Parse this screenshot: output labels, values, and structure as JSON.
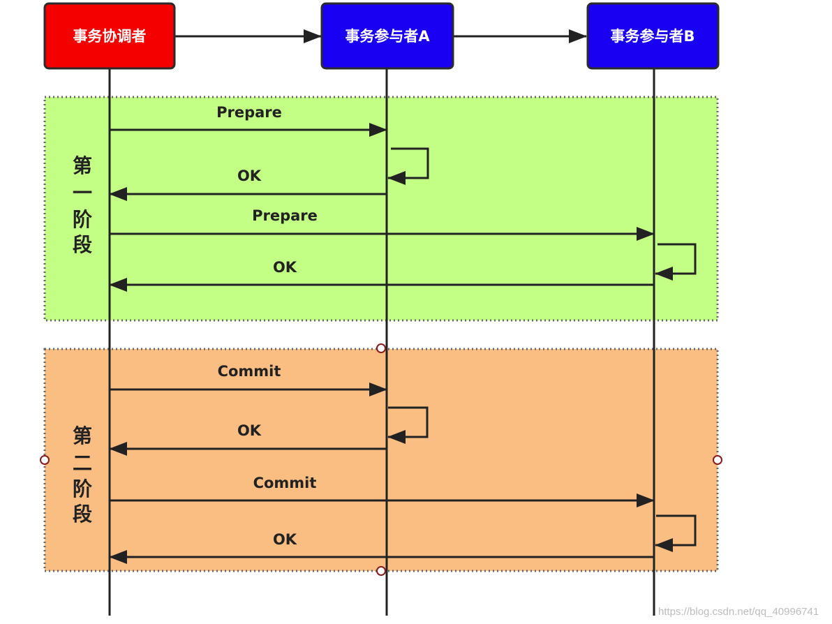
{
  "actors": [
    {
      "id": "coordinator",
      "label": "事务协调者",
      "color": "#f40000"
    },
    {
      "id": "participant-a",
      "label": "事务参与者A",
      "color": "#1a00f2"
    },
    {
      "id": "participant-b",
      "label": "事务参与者B",
      "color": "#1a00f2"
    }
  ],
  "phases": [
    {
      "label_chars": [
        "第",
        "一",
        "阶",
        "段"
      ],
      "color": "#c3ff84",
      "messages": [
        {
          "label": "Prepare",
          "from": "coordinator",
          "to": "participant-a"
        },
        {
          "label": "",
          "from": "participant-a",
          "to": "participant-a",
          "self": true
        },
        {
          "label": "OK",
          "from": "participant-a",
          "to": "coordinator"
        },
        {
          "label": "Prepare",
          "from": "coordinator",
          "to": "participant-b"
        },
        {
          "label": "",
          "from": "participant-b",
          "to": "participant-b",
          "self": true
        },
        {
          "label": "OK",
          "from": "participant-b",
          "to": "coordinator"
        }
      ]
    },
    {
      "label_chars": [
        "第",
        "二",
        "阶",
        "段"
      ],
      "color": "#fbbe82",
      "messages": [
        {
          "label": "Commit",
          "from": "coordinator",
          "to": "participant-a"
        },
        {
          "label": "",
          "from": "participant-a",
          "to": "participant-a",
          "self": true
        },
        {
          "label": "OK",
          "from": "participant-a",
          "to": "coordinator"
        },
        {
          "label": "Commit",
          "from": "coordinator",
          "to": "participant-b"
        },
        {
          "label": "",
          "from": "participant-b",
          "to": "participant-b",
          "self": true
        },
        {
          "label": "OK",
          "from": "participant-b",
          "to": "coordinator"
        }
      ]
    }
  ],
  "watermark": "https://blog.csdn.net/qq_40996741"
}
